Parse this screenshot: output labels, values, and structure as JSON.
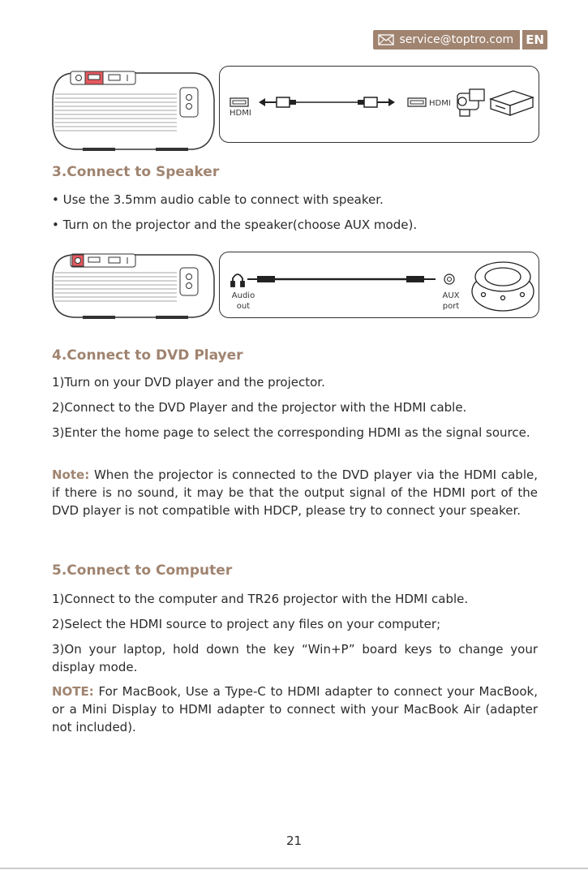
{
  "header": {
    "email": "service@toptro.com",
    "lang": "EN"
  },
  "figure1": {
    "hdmi_left": "HDMI",
    "hdmi_right": "HDMI"
  },
  "section3": {
    "title": "3.Connect to Speaker",
    "bullets": [
      "• Use the 3.5mm audio cable to connect with speaker.",
      "• Turn on the projector and the speaker(choose AUX mode)."
    ]
  },
  "figure2": {
    "audio_out_1": "Audio",
    "audio_out_2": "out",
    "aux_1": "AUX",
    "aux_2": "port"
  },
  "section4": {
    "title": "4.Connect to DVD Player",
    "steps": [
      "1)Turn on your DVD player and the projector.",
      "2)Connect to the DVD Player and the projector with the HDMI cable.",
      "3)Enter the home page to select the corresponding HDMI as the signal source."
    ],
    "note_label": "Note:",
    "note_text": " When the projector is connected to the DVD player via the HDMI cable, if there is no sound, it may be that the output signal of the HDMI port of the DVD player is not compatible with HDCP, please try to connect your speaker."
  },
  "section5": {
    "title": "5.Connect to Computer",
    "steps": [
      "1)Connect to the computer and TR26 projector with the HDMI cable.",
      "2)Select the HDMI source to project any files on your computer;",
      "3)On your laptop, hold down the key “Win+P” board keys to change your display mode."
    ],
    "note_label": "NOTE:",
    "note_text": " For MacBook, Use a Type-C to HDMI adapter to connect your MacBook, or a Mini Display to HDMI adapter to connect with your MacBook Air (adapter not included)."
  },
  "page_number": "21"
}
